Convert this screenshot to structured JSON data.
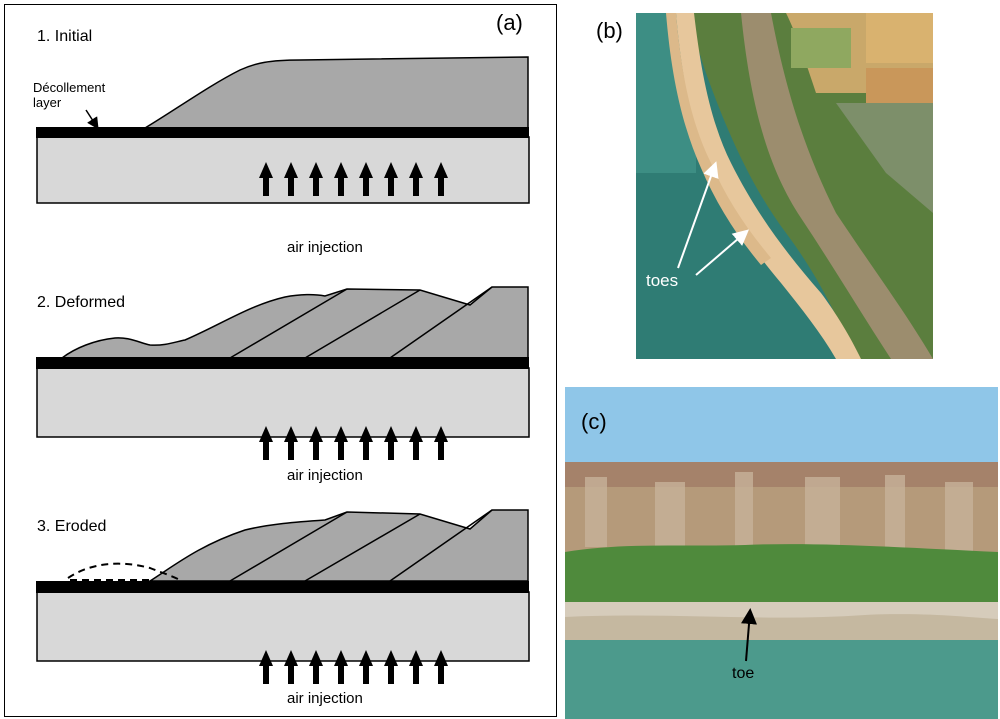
{
  "panel_a": {
    "label": "(a)",
    "stage1": {
      "title": "1. Initial",
      "decollement_label_line1": "Décollement",
      "decollement_label_line2": "layer",
      "air_label": "air injection"
    },
    "stage2": {
      "title": "2. Deformed",
      "air_label": "air injection"
    },
    "stage3": {
      "title": "3. Eroded",
      "air_label": "air injection"
    }
  },
  "panel_b": {
    "label": "(b)",
    "annotation": "toes"
  },
  "panel_c": {
    "label": "(c)",
    "annotation": "toe"
  },
  "colors": {
    "wedge": "#a8a8a8",
    "base": "#d8d8d8",
    "decollement": "#000000",
    "sea_b": "#2f7c74",
    "beach": "#e8c8a0",
    "sky_c": "#8fc6e8",
    "cliff_c": "#b59a7a",
    "vegetation": "#4f8a3c",
    "sea_c": "#4c9a8c"
  }
}
